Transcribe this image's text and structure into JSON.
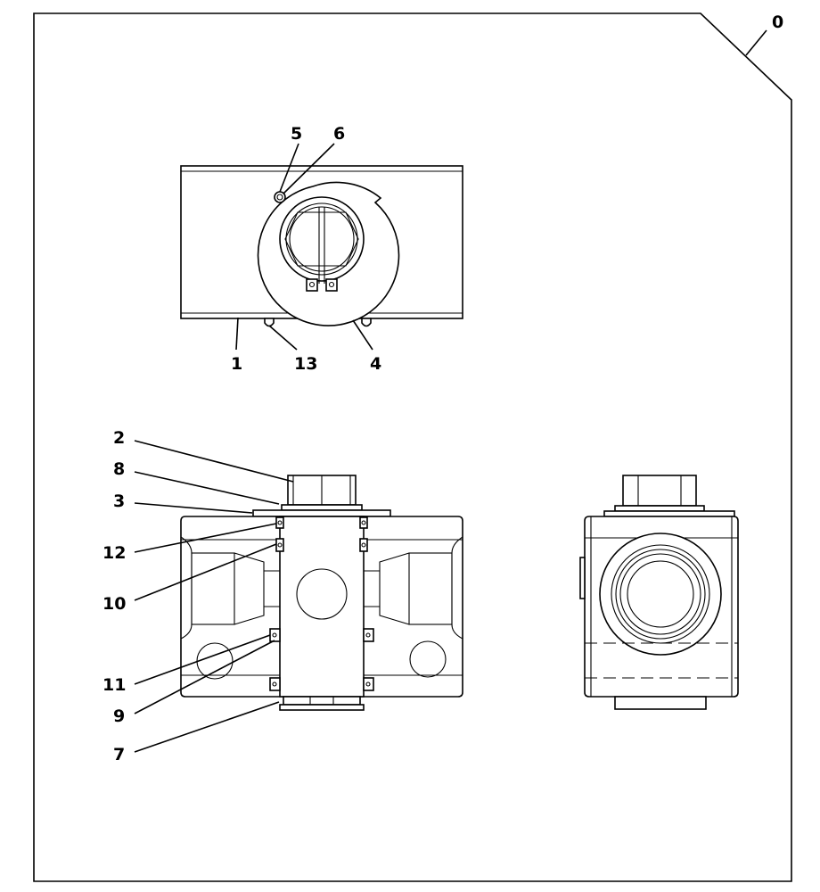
{
  "callouts": {
    "c0": "0",
    "c1": "1",
    "c2": "2",
    "c3": "3",
    "c4": "4",
    "c5": "5",
    "c6": "6",
    "c7": "7",
    "c8": "8",
    "c9": "9",
    "c10": "10",
    "c11": "11",
    "c12": "12",
    "c13": "13"
  }
}
